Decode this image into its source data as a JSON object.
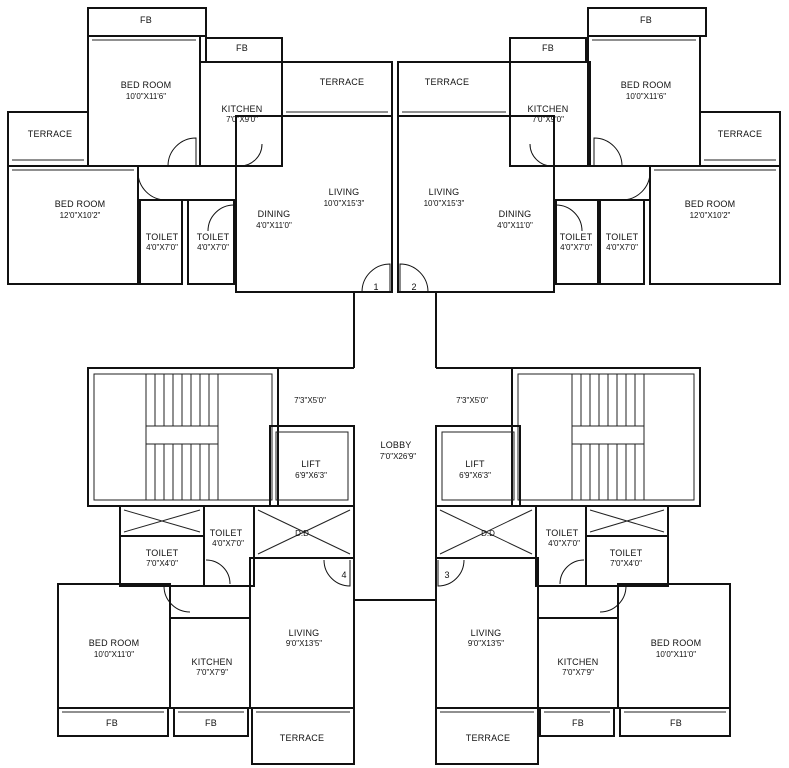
{
  "rooms": {
    "fb_top_left": {
      "name": "FB"
    },
    "fb_top_left_small": {
      "name": "FB"
    },
    "fb_top_right": {
      "name": "FB"
    },
    "fb_top_right_small": {
      "name": "FB"
    },
    "bed_tl": {
      "name": "BED ROOM",
      "size": "10'0\"X11'6\""
    },
    "bed_tr": {
      "name": "BED ROOM",
      "size": "10'0\"X11'6\""
    },
    "kitchen_tl": {
      "name": "KITCHEN",
      "size": "7'0\"X9'0\""
    },
    "kitchen_tr": {
      "name": "KITCHEN",
      "size": "7'0\"X9'0\""
    },
    "terrace_tl_mid": {
      "name": "TERRACE"
    },
    "terrace_tr_mid": {
      "name": "TERRACE"
    },
    "terrace_tl_side": {
      "name": "TERRACE"
    },
    "terrace_tr_side": {
      "name": "TERRACE"
    },
    "bed_ml": {
      "name": "BED ROOM",
      "size": "12'0\"X10'2\""
    },
    "bed_mr": {
      "name": "BED ROOM",
      "size": "12'0\"X10'2\""
    },
    "living_1": {
      "name": "LIVING",
      "size": "10'0\"X15'3\""
    },
    "living_2": {
      "name": "LIVING",
      "size": "10'0\"X15'3\""
    },
    "dining_1": {
      "name": "DINING",
      "size": "4'0\"X11'0\""
    },
    "dining_2": {
      "name": "DINING",
      "size": "4'0\"X11'0\""
    },
    "toilet_1a": {
      "name": "TOILET",
      "size": "4'0\"X7'0\""
    },
    "toilet_1b": {
      "name": "TOILET",
      "size": "4'0\"X7'0\""
    },
    "toilet_2a": {
      "name": "TOILET",
      "size": "4'0\"X7'0\""
    },
    "toilet_2b": {
      "name": "TOILET",
      "size": "4'0\"X7'0\""
    },
    "stair_l": {
      "size": "7'3\"X5'0\""
    },
    "stair_r": {
      "size": "7'3\"X5'0\""
    },
    "lobby": {
      "name": "LOBBY",
      "size": "7'0\"X26'9\""
    },
    "lift_l": {
      "name": "LIFT",
      "size": "6'9\"X6'3\""
    },
    "lift_r": {
      "name": "LIFT",
      "size": "6'9\"X6'3\""
    },
    "duct_l": {
      "name": "D.D"
    },
    "duct_r": {
      "name": "D.D"
    },
    "toilet_4a": {
      "name": "TOILET",
      "size": "4'0\"X7'0\""
    },
    "toilet_4b": {
      "name": "TOILET",
      "size": "7'0\"X4'0\""
    },
    "toilet_3a": {
      "name": "TOILET",
      "size": "4'0\"X7'0\""
    },
    "toilet_3b": {
      "name": "TOILET",
      "size": "7'0\"X4'0\""
    },
    "bed_bl": {
      "name": "BED ROOM",
      "size": "10'0\"X11'0\""
    },
    "bed_br": {
      "name": "BED ROOM",
      "size": "10'0\"X11'0\""
    },
    "kitchen_bl": {
      "name": "KITCHEN",
      "size": "7'0\"X7'9\""
    },
    "kitchen_br": {
      "name": "KITCHEN",
      "size": "7'0\"X7'9\""
    },
    "living_4": {
      "name": "LIVING",
      "size": "9'0\"X13'5\""
    },
    "living_3": {
      "name": "LIVING",
      "size": "9'0\"X13'5\""
    },
    "fb_bl_1": {
      "name": "FB"
    },
    "fb_bl_2": {
      "name": "FB"
    },
    "fb_br_1": {
      "name": "FB"
    },
    "fb_br_2": {
      "name": "FB"
    },
    "terrace_bl": {
      "name": "TERRACE"
    },
    "terrace_br": {
      "name": "TERRACE"
    }
  },
  "flat_numbers": {
    "one": "1",
    "two": "2",
    "three": "3",
    "four": "4"
  }
}
